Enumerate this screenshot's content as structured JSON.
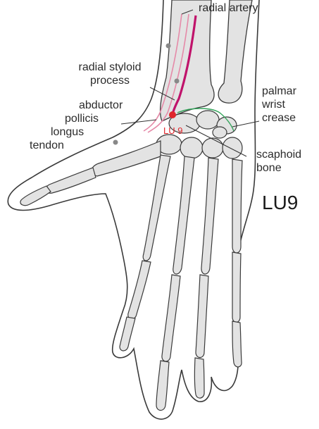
{
  "labels": {
    "radial_artery": "radial artery",
    "radial_styloid_line1": "radial styloid",
    "radial_styloid_line2": "process",
    "abductor_line1": "abductor",
    "abductor_line2": "pollicis",
    "abductor_line3": "longus",
    "abductor_line4": "tendon",
    "palmar_line1": "palmar",
    "palmar_line2": "wrist",
    "palmar_line3": "crease",
    "scaphoid_line1": "scaphoid",
    "scaphoid_line2": "bone",
    "point_label": "LU 9",
    "title": "LU9"
  },
  "colors": {
    "bone_fill": "#e3e3e3",
    "outline": "#3a3a3a",
    "artery": "#c0136b",
    "tendon": "#e58aa8",
    "crease": "#33a35a",
    "point": "#e0262b",
    "leader": "#333333"
  }
}
